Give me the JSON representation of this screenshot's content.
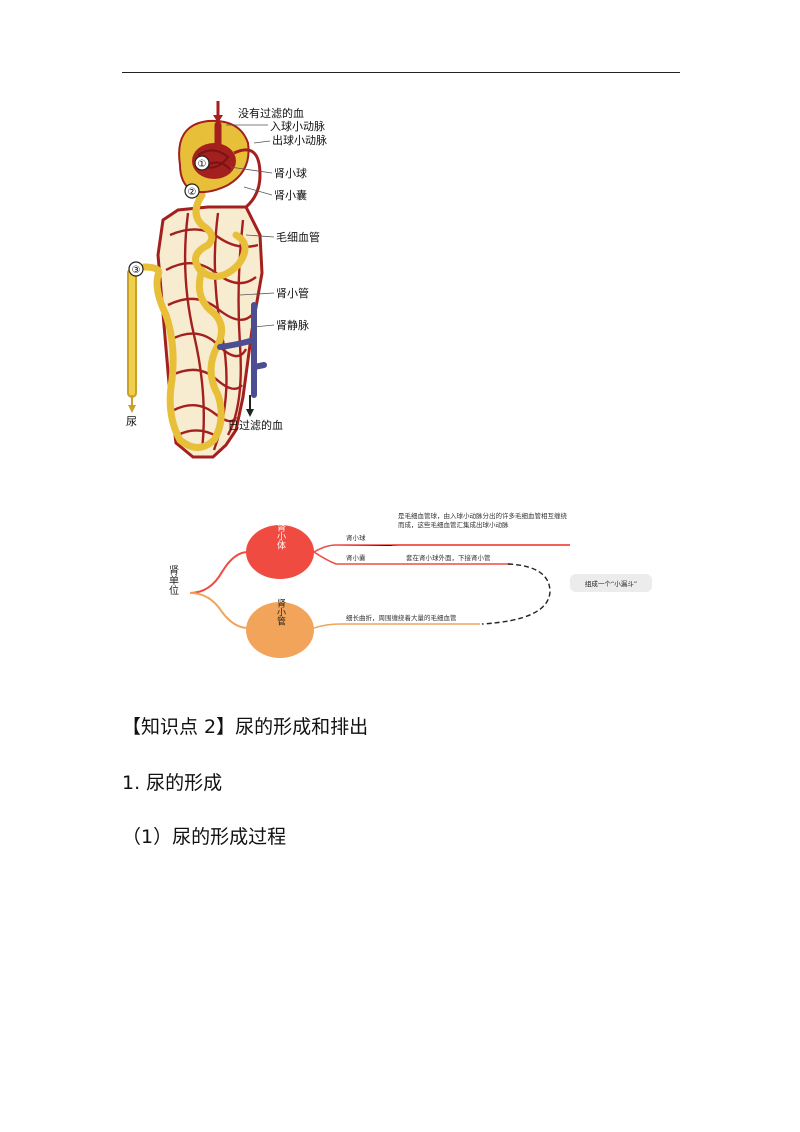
{
  "nephron_figure": {
    "labels": {
      "unfiltered_blood": "没有过滤的血",
      "afferent_arteriole": "入球小动脉",
      "efferent_arteriole": "出球小动脉",
      "glomerulus": "肾小球",
      "capsule": "肾小囊",
      "capillary": "毛细血管",
      "tubule": "肾小管",
      "renal_vein": "肾静脉",
      "urine": "尿",
      "filtered_blood": "已过滤的血"
    },
    "markers": [
      "①",
      "②",
      "③"
    ],
    "colors": {
      "blood": "#a3201e",
      "tubule": "#e8bf39",
      "vein": "#4b4f92"
    }
  },
  "mindmap": {
    "root": "肾单位",
    "node_renal_corpuscle": "肾小体",
    "node_tubule": "肾小管",
    "branch_glomerulus": "肾小球",
    "branch_capsule": "肾小囊",
    "desc_glomerulus": "是毛细血管球，由入球小动脉分出的许多毛细血管相互缠绕而成，这些毛细血管汇集成出球小动脉",
    "desc_capsule": "套在肾小球外面，下接肾小管",
    "desc_tubule": "细长曲折，周围缠绕着大量的毛细血管",
    "callout": "组成一个“小漏斗”",
    "colors": {
      "red": "#ef4b41",
      "orange": "#f2a45a",
      "callout_bg": "#ececec"
    }
  },
  "section": {
    "heading": "【知识点 2】尿的形成和排出",
    "sub1": "1. 尿的形成",
    "sub2": "（1）尿的形成过程"
  }
}
